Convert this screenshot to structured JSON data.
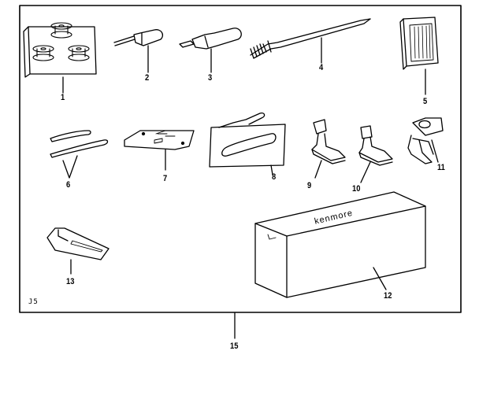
{
  "diagram": {
    "code": "J5",
    "brand": "kenmore",
    "callouts": [
      "1",
      "2",
      "3",
      "4",
      "5",
      "6",
      "7",
      "8",
      "9",
      "10",
      "11",
      "12",
      "13",
      "15"
    ]
  }
}
